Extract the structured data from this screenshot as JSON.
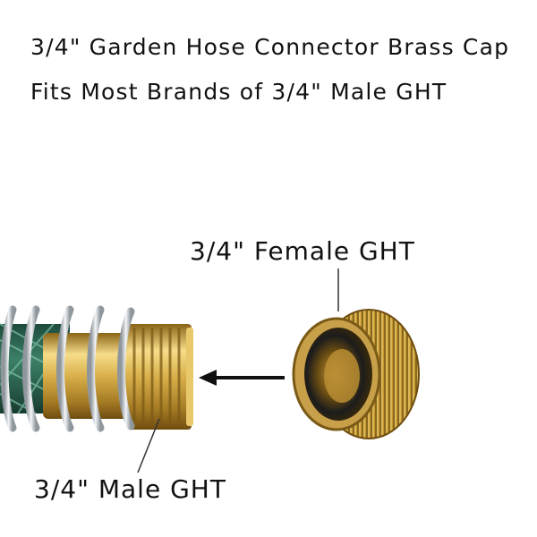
{
  "headline": {
    "line1": "3/4\" Garden Hose Connector Brass Cap",
    "line2": "Fits Most Brands of 3/4\" Male GHT"
  },
  "labels": {
    "female": "3/4\" Female GHT",
    "male": "3/4\" Male GHT"
  },
  "colors": {
    "brass": "#d9b04a",
    "hose": "#2f6a57",
    "spring": "#c9ced3",
    "arrow": "#111111"
  }
}
